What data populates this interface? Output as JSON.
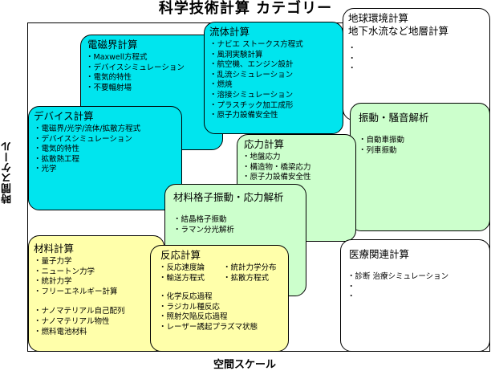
{
  "title": "科学技術計算 カテゴリー",
  "axes": {
    "y": "時間スケール",
    "x": "空間スケール"
  },
  "boxes": {
    "em": {
      "title": "電磁界計算",
      "items": [
        "Maxwell方程式",
        "デバイスシミュレーション",
        "電気的特性",
        "不要輻射場"
      ]
    },
    "fluid": {
      "title": "流体計算",
      "items": [
        "ナビエ ストークス方程式",
        "風洞実験計算",
        "航空機、エンジン設計",
        "乱流シミュレーション",
        "燃焼",
        "溶接シミュレーション",
        "プラスチック加工成形",
        "原子力設備安全性"
      ]
    },
    "earth": {
      "title": "地球環境計算",
      "subtitle": "地下水流など地層計算",
      "items": [
        "",
        "",
        ""
      ]
    },
    "device": {
      "title": "デバイス計算",
      "items": [
        "電磁界/光学/流体/拡散方程式",
        "デバイスシミュレーション",
        "電気的特性",
        "拡散熱工程",
        "光学"
      ]
    },
    "vibration": {
      "title": "振動・騒音解析",
      "items": [
        "自動車振動",
        "列車振動"
      ]
    },
    "stress": {
      "title": "応力計算",
      "items": [
        "地盤応力",
        "構造物・橋梁応力",
        "原子力設備安全性"
      ]
    },
    "lattice": {
      "title": "材料格子振動・応力解析",
      "items": [
        "結晶格子振動",
        "ラマン分光解析"
      ]
    },
    "material": {
      "title": "材料計算",
      "items": [
        "量子力学",
        "ニュートン力学",
        "統計力学",
        "フリーエネルギー計算"
      ],
      "items2": [
        "ナノマテリアル自己配列",
        "ナノマテリアル物性",
        "燃料電池材料"
      ]
    },
    "reaction": {
      "title": "反応計算",
      "items": [
        "反応速度論",
        "輸送方程式"
      ],
      "items_right": [
        "統計力学分布",
        "拡散方程式"
      ],
      "items2": [
        "化学反応過程",
        "ラジカル種反応",
        "照射欠陥反応過程",
        "レーザー誘起プラズマ状態"
      ]
    },
    "medical": {
      "title": "医療関連計算",
      "items": [
        "診断 治療シミュレーション",
        "",
        ""
      ]
    }
  }
}
